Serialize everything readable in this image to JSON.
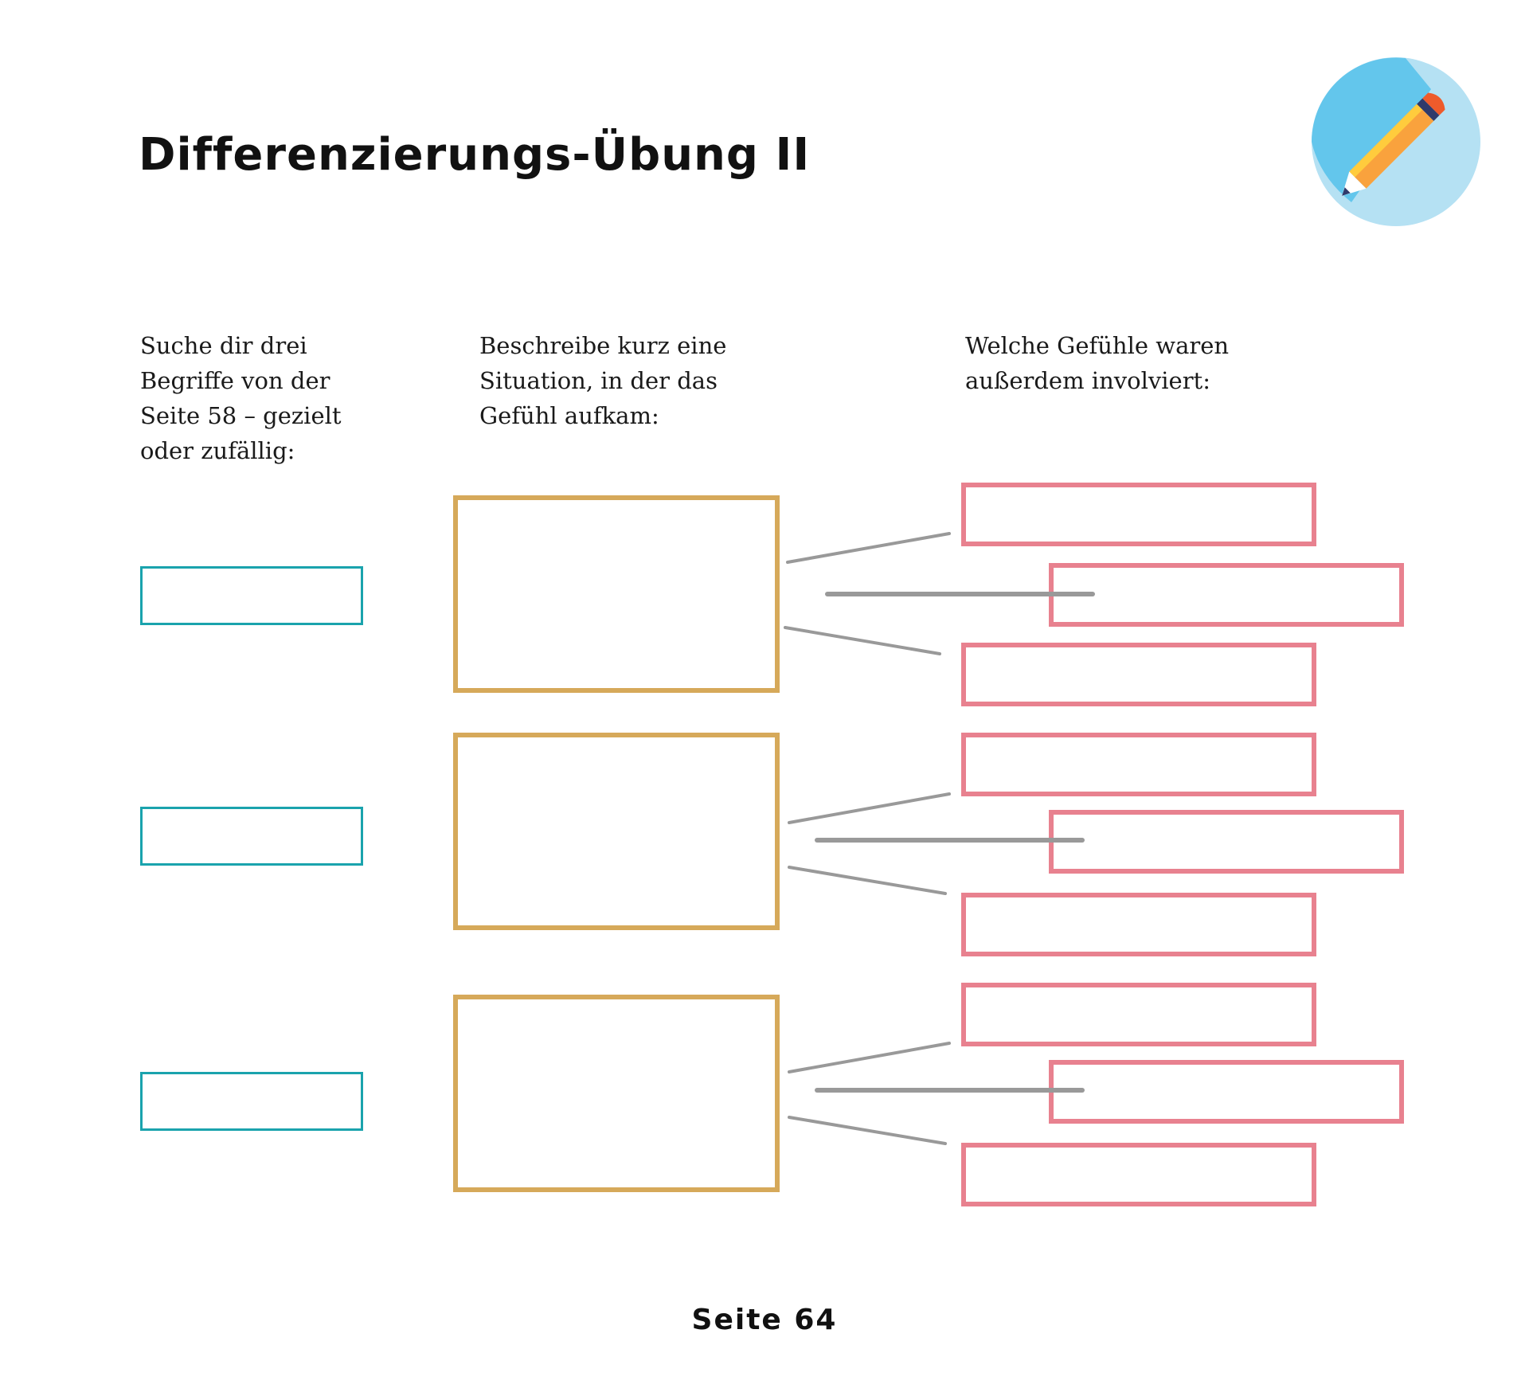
{
  "page": {
    "title": "Differenzierungs-Übung II",
    "page_number": "Seite 64"
  },
  "instructions": {
    "terms": "Suche dir drei\nBegriffe von der\nSeite 58 – gezielt\noder zufällig:",
    "situation": "Beschreibe kurz eine\nSituation, in der das\nGefühl aufkam:",
    "feelings": "Welche Gefühle waren\naußerdem involviert:"
  },
  "colors": {
    "term_box": "#1aa3ad",
    "situation_box": "#d6a95a",
    "feeling_box": "#e8818f",
    "connector": "#999999",
    "badge_dark": "#63c6ec",
    "badge_light": "#b5e1f3"
  },
  "icons": {
    "badge": "pencil-icon"
  },
  "groups": [
    {
      "term": "",
      "situation": "",
      "feelings": [
        "",
        "",
        ""
      ]
    },
    {
      "term": "",
      "situation": "",
      "feelings": [
        "",
        "",
        ""
      ]
    },
    {
      "term": "",
      "situation": "",
      "feelings": [
        "",
        "",
        ""
      ]
    }
  ]
}
